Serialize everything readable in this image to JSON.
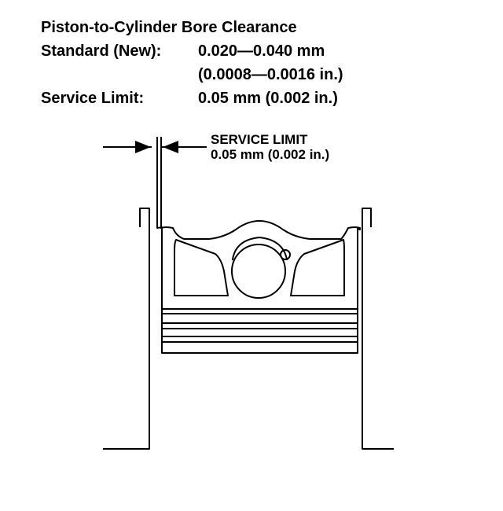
{
  "title": "Piston-to-Cylinder Bore Clearance",
  "standard": {
    "label": "Standard (New):",
    "value_mm": "0.020—0.040 mm",
    "value_in": "(0.0008—0.0016 in.)"
  },
  "service_limit": {
    "label": "Service Limit:",
    "value": "0.05 mm (0.002 in.)"
  },
  "callout": {
    "line1": "SERVICE LIMIT",
    "line2": "0.05 mm (0.002 in.)"
  }
}
